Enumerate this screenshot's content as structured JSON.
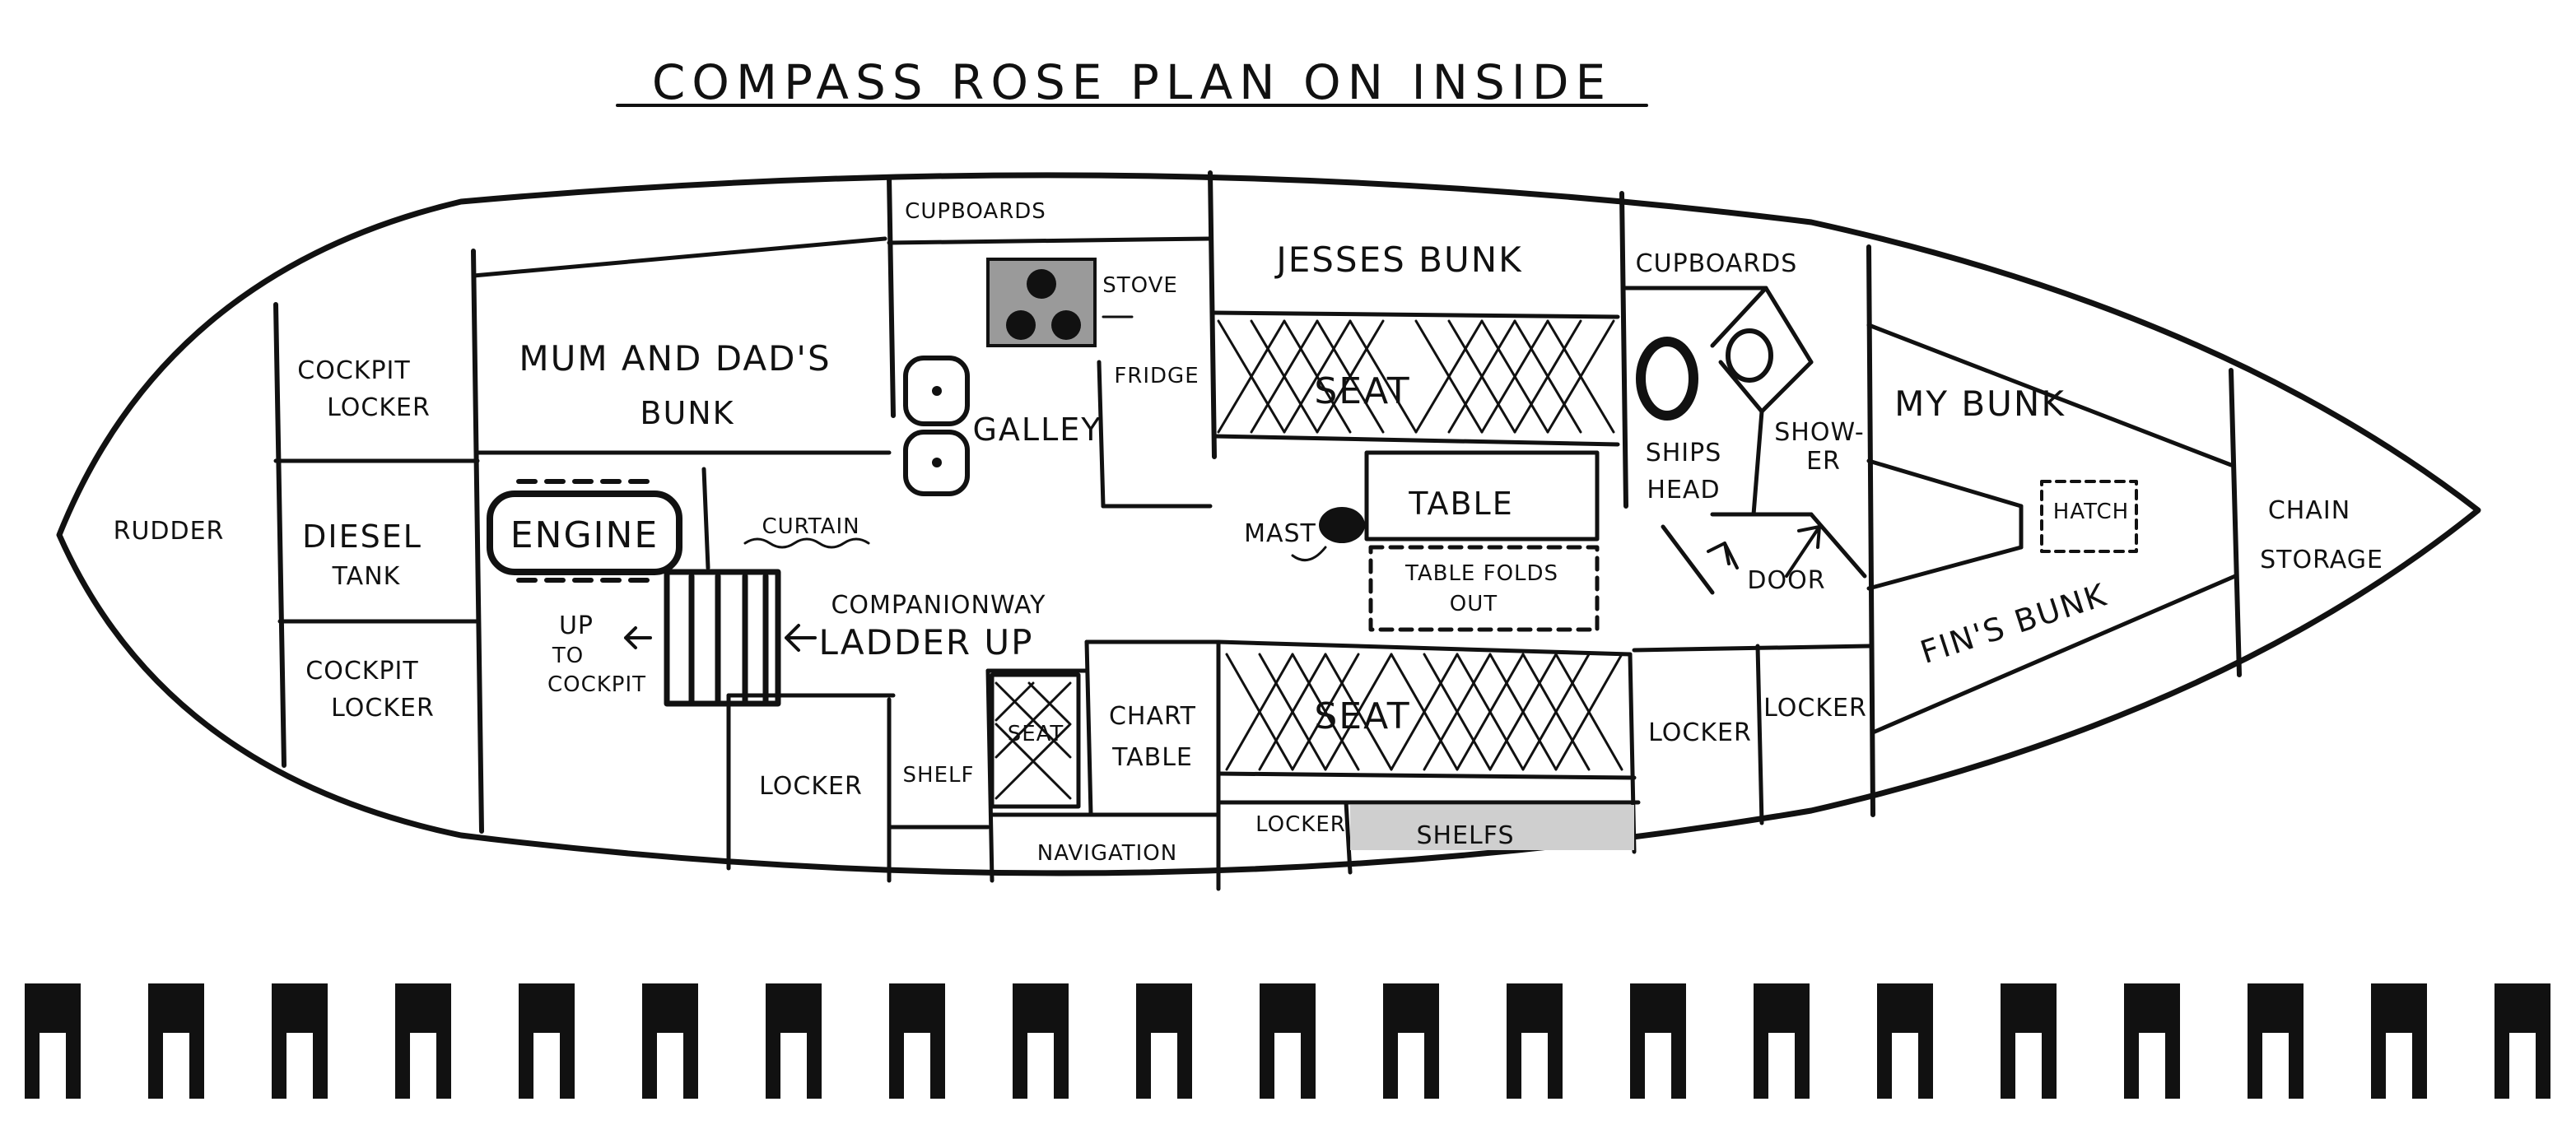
{
  "title": "COMPASS ROSE PLAN ON INSIDE",
  "colors": {
    "ink": "#111111",
    "paper": "#ffffff",
    "shade": "#9a9a9a"
  },
  "labels": {
    "rudder": "RUDDER",
    "cockpit_locker_top_1": "COCKPIT",
    "cockpit_locker_top_2": "LOCKER",
    "diesel_1": "DIESEL",
    "diesel_2": "TANK",
    "cockpit_locker_bottom_1": "COCKPIT",
    "cockpit_locker_bottom_2": "LOCKER",
    "mum_dad_1": "MUM AND DAD'S",
    "mum_dad_2": "BUNK",
    "engine": "ENGINE",
    "curtain": "CURTAIN",
    "up_1": "UP",
    "up_2": "TO",
    "up_3": "COCKPIT",
    "companionway_1": "COMPANIONWAY",
    "companionway_2": "LADDER UP",
    "cupboards_galley": "CUPBOARDS",
    "stove": "STOVE",
    "fridge": "FRIDGE",
    "galley": "GALLEY",
    "locker_aft": "LOCKER",
    "shelf": "SHELF",
    "seat_nav": "SEAT",
    "chart_1": "CHART",
    "chart_2": "TABLE",
    "navigation": "NAVIGATION",
    "jesses": "JESSES BUNK",
    "seat_upper": "SEAT",
    "mast": "MAST",
    "table": "TABLE",
    "table_folds_1": "TABLE FOLDS",
    "table_folds_2": "OUT",
    "seat_lower": "SEAT",
    "locker_small": "LOCKER",
    "shelfs": "SHELFS",
    "cupboards_head": "CUPBOARDS",
    "ships_1": "SHIPS",
    "ships_2": "HEAD",
    "shower_1": "SHOW-",
    "shower_2": "ER",
    "door": "DOOR",
    "locker_mid": "LOCKER",
    "locker_fwd": "LOCKER",
    "my_bunk": "MY BUNK",
    "hatch": "HATCH",
    "fins_bunk": "FIN'S BUNK",
    "chain_1": "CHAIN",
    "chain_2": "STORAGE"
  }
}
